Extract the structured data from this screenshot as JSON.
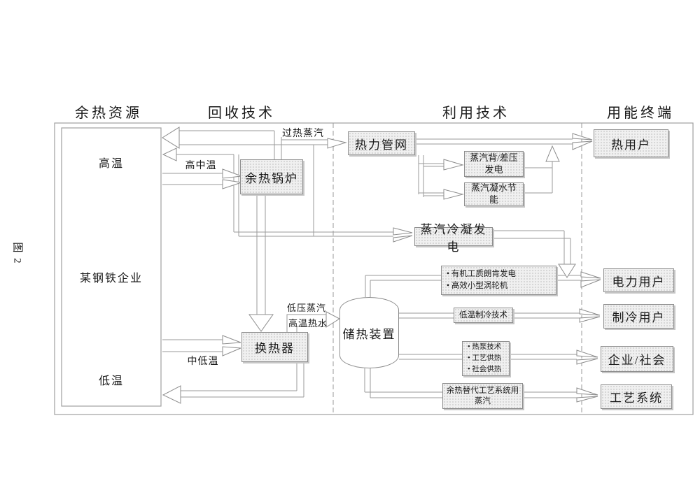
{
  "figure_label": "图 2",
  "column_headers": [
    "余热资源",
    "回收技术",
    "利用技术",
    "用能终端"
  ],
  "source": {
    "name": "某钢铁企业",
    "high_temp": "高温",
    "low_temp": "低温"
  },
  "recovery": {
    "boiler": "余热锅炉",
    "exchanger": "换热器"
  },
  "utilization": {
    "pipe_network": "热力管网",
    "back_pressure_gen": "蒸汽背/差压发电",
    "condensate_saving": "蒸汽凝水节能",
    "condensing_gen": "蒸汽冷凝发电",
    "heat_storage": "储热装置",
    "orc_items": [
      "有机工质朗肯发电",
      "高效小型涡轮机"
    ],
    "low_temp_refrigeration": "低温制冷技术",
    "supply_items": [
      "热泵技术",
      "工艺供热",
      "社会供热"
    ],
    "substitute_steam": "余热替代工艺系统用蒸汽"
  },
  "terminals": {
    "heat": "热用户",
    "power": "电力用户",
    "cooling": "制冷用户",
    "enterprise": "企业/社会",
    "process": "工艺系统"
  },
  "flow_labels": {
    "superheated_steam": "过热蒸汽",
    "high_mid_temp": "高中温",
    "mid_low_temp": "中低温",
    "low_pressure_steam": "低压蒸汽",
    "high_temp_water": "高温热水"
  },
  "palette": {
    "line": "#9a9a9a",
    "node_fill": "#f0f0f0",
    "node_border": "#8d8d8d",
    "text": "#1a1a1a",
    "background": "#ffffff"
  }
}
